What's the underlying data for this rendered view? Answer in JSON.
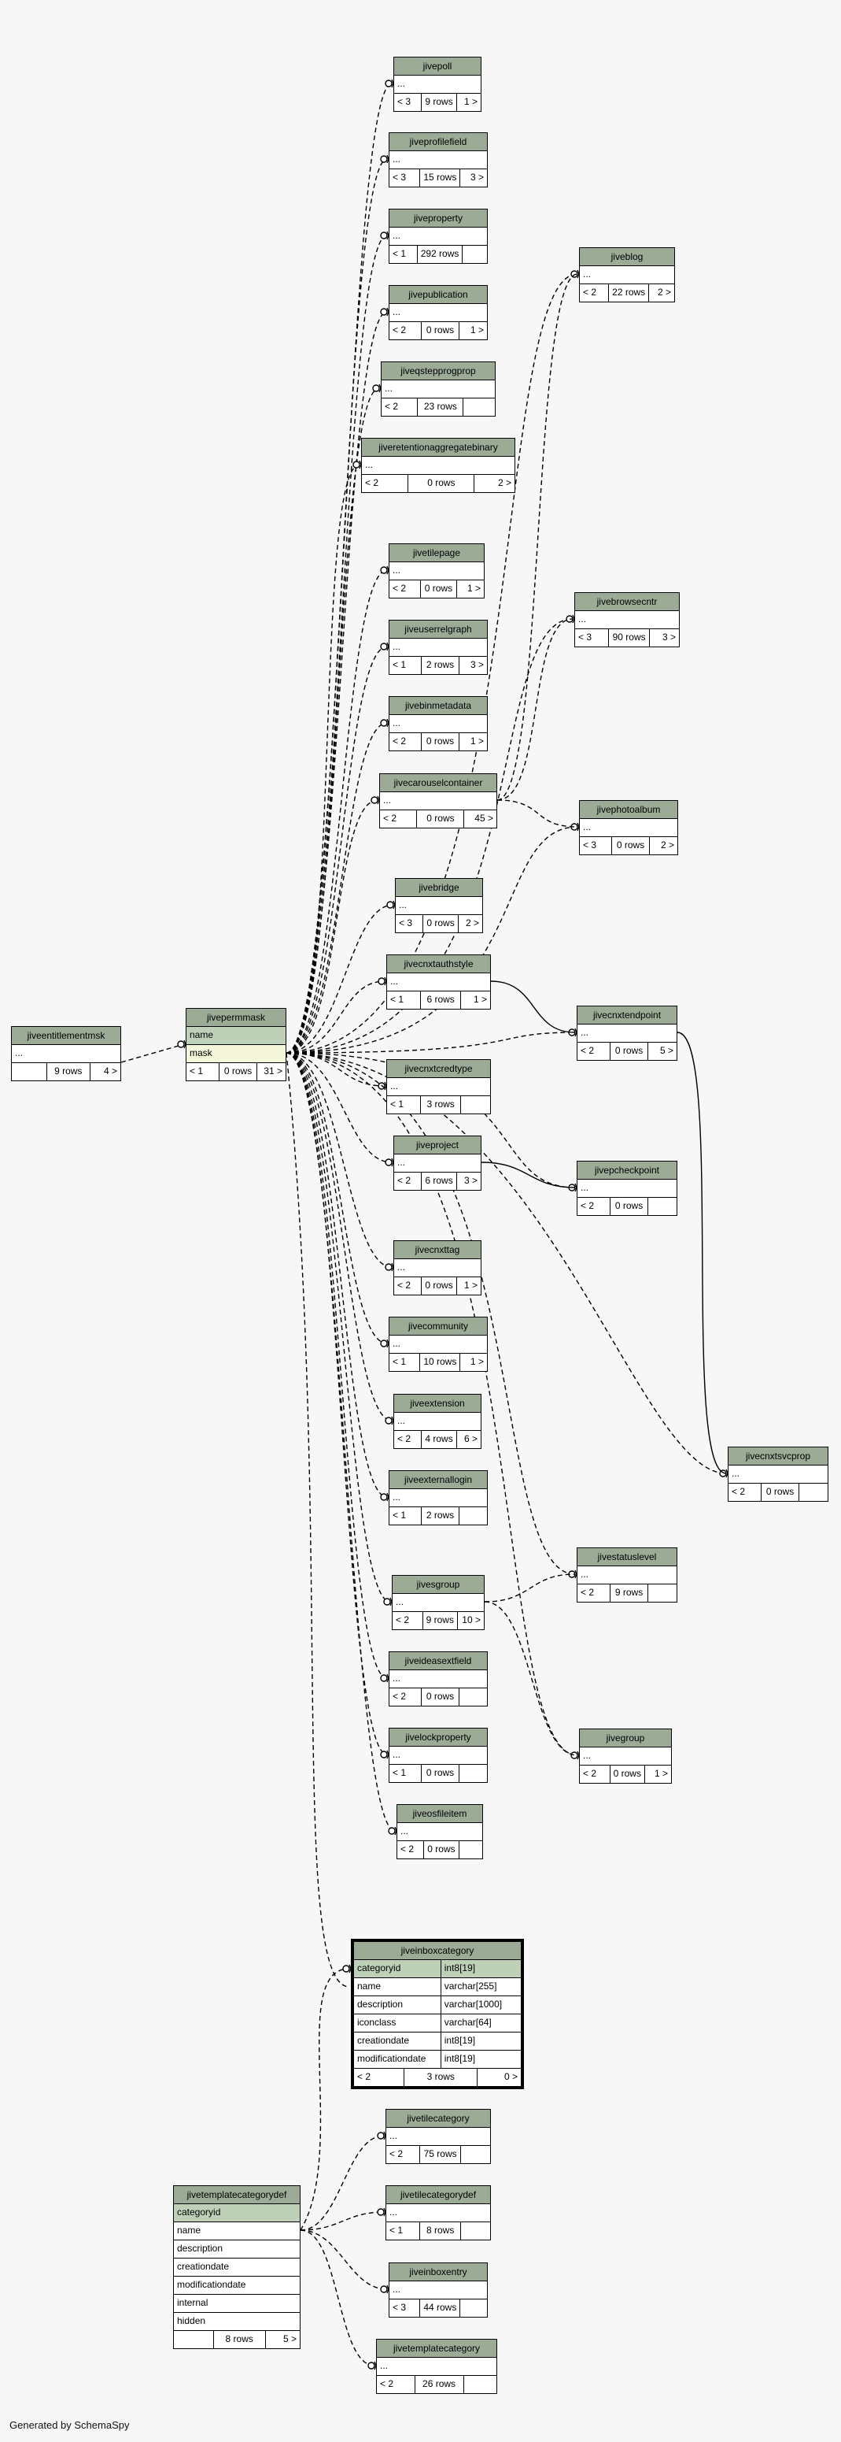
{
  "footer": "Generated by SchemaSpy",
  "colors": {
    "header": "#9bab96",
    "pk": "#bed1b8",
    "index": "#f4f7da",
    "background": "#f7f7f7"
  },
  "tables": [
    {
      "id": "jivepoll",
      "name": "jivepoll",
      "rows": [
        "..."
      ],
      "footer": [
        "< 3",
        "9 rows",
        "1 >"
      ]
    },
    {
      "id": "jiveprofilefield",
      "name": "jiveprofilefield",
      "rows": [
        "..."
      ],
      "footer": [
        "< 3",
        "15 rows",
        "3 >"
      ]
    },
    {
      "id": "jiveproperty",
      "name": "jiveproperty",
      "rows": [
        "..."
      ],
      "footer": [
        "< 1",
        "292 rows",
        ""
      ]
    },
    {
      "id": "jivepublication",
      "name": "jivepublication",
      "rows": [
        "..."
      ],
      "footer": [
        "< 2",
        "0 rows",
        "1 >"
      ]
    },
    {
      "id": "jiveqstepprogprop",
      "name": "jiveqstepprogprop",
      "rows": [
        "..."
      ],
      "footer": [
        "< 2",
        "23 rows",
        ""
      ]
    },
    {
      "id": "jiveretentionaggregatebinary",
      "name": "jiveretentionaggregatebinary",
      "rows": [
        "..."
      ],
      "footer": [
        "< 2",
        "0 rows",
        "2 >"
      ]
    },
    {
      "id": "jivetilepage",
      "name": "jivetilepage",
      "rows": [
        "..."
      ],
      "footer": [
        "< 2",
        "0 rows",
        "1 >"
      ]
    },
    {
      "id": "jiveuserrelgraph",
      "name": "jiveuserrelgraph",
      "rows": [
        "..."
      ],
      "footer": [
        "< 1",
        "2 rows",
        "3 >"
      ]
    },
    {
      "id": "jivebinmetadata",
      "name": "jivebinmetadata",
      "rows": [
        "..."
      ],
      "footer": [
        "< 2",
        "0 rows",
        "1 >"
      ]
    },
    {
      "id": "jivecarouselcontainer",
      "name": "jivecarouselcontainer",
      "rows": [
        "..."
      ],
      "footer": [
        "< 2",
        "0 rows",
        "45 >"
      ]
    },
    {
      "id": "jivebridge",
      "name": "jivebridge",
      "rows": [
        "..."
      ],
      "footer": [
        "< 3",
        "0 rows",
        "2 >"
      ]
    },
    {
      "id": "jivecnxtauthstyle",
      "name": "jivecnxtauthstyle",
      "rows": [
        "..."
      ],
      "footer": [
        "< 1",
        "6 rows",
        "1 >"
      ]
    },
    {
      "id": "jivecnxtcredtype",
      "name": "jivecnxtcredtype",
      "rows": [
        "..."
      ],
      "footer": [
        "< 1",
        "3 rows",
        ""
      ]
    },
    {
      "id": "jiveproject",
      "name": "jiveproject",
      "rows": [
        "..."
      ],
      "footer": [
        "< 2",
        "6 rows",
        "3 >"
      ]
    },
    {
      "id": "jivecnxttag",
      "name": "jivecnxttag",
      "rows": [
        "..."
      ],
      "footer": [
        "< 2",
        "0 rows",
        "1 >"
      ]
    },
    {
      "id": "jivecommunity",
      "name": "jivecommunity",
      "rows": [
        "..."
      ],
      "footer": [
        "< 1",
        "10 rows",
        "1 >"
      ]
    },
    {
      "id": "jiveextension",
      "name": "jiveextension",
      "rows": [
        "..."
      ],
      "footer": [
        "< 2",
        "4 rows",
        "6 >"
      ]
    },
    {
      "id": "jiveexternallogin",
      "name": "jiveexternallogin",
      "rows": [
        "..."
      ],
      "footer": [
        "< 1",
        "2 rows",
        ""
      ]
    },
    {
      "id": "jivesgroup",
      "name": "jivesgroup",
      "rows": [
        "..."
      ],
      "footer": [
        "< 2",
        "9 rows",
        "10 >"
      ]
    },
    {
      "id": "jiveideasextfield",
      "name": "jiveideasextfield",
      "rows": [
        "..."
      ],
      "footer": [
        "< 2",
        "0 rows",
        ""
      ]
    },
    {
      "id": "jivelockproperty",
      "name": "jivelockproperty",
      "rows": [
        "..."
      ],
      "footer": [
        "< 1",
        "0 rows",
        ""
      ]
    },
    {
      "id": "jiveosfileitem",
      "name": "jiveosfileitem",
      "rows": [
        "..."
      ],
      "footer": [
        "< 2",
        "0 rows",
        ""
      ]
    },
    {
      "id": "jiveblog",
      "name": "jiveblog",
      "rows": [
        "..."
      ],
      "footer": [
        "< 2",
        "22 rows",
        "2 >"
      ]
    },
    {
      "id": "jivebrowsecntr",
      "name": "jivebrowsecntr",
      "rows": [
        "..."
      ],
      "footer": [
        "< 3",
        "90 rows",
        "3 >"
      ]
    },
    {
      "id": "jivephotoalbum",
      "name": "jivephotoalbum",
      "rows": [
        "..."
      ],
      "footer": [
        "< 3",
        "0 rows",
        "2 >"
      ]
    },
    {
      "id": "jivecnxtendpoint",
      "name": "jivecnxtendpoint",
      "rows": [
        "..."
      ],
      "footer": [
        "< 2",
        "0 rows",
        "5 >"
      ]
    },
    {
      "id": "jivepcheckpoint",
      "name": "jivepcheckpoint",
      "rows": [
        "..."
      ],
      "footer": [
        "< 2",
        "0 rows",
        ""
      ]
    },
    {
      "id": "jivestatuslevel",
      "name": "jivestatuslevel",
      "rows": [
        "..."
      ],
      "footer": [
        "< 2",
        "9 rows",
        ""
      ]
    },
    {
      "id": "jivegroup",
      "name": "jivegroup",
      "rows": [
        "..."
      ],
      "footer": [
        "< 2",
        "0 rows",
        "1 >"
      ]
    },
    {
      "id": "jivecnxtsvcprop",
      "name": "jivecnxtsvcprop",
      "rows": [
        "..."
      ],
      "footer": [
        "< 2",
        "0 rows",
        ""
      ]
    },
    {
      "id": "jiveentitlementmsk",
      "name": "jiveentitlementmsk",
      "rows": [
        "..."
      ],
      "footer": [
        "",
        "9 rows",
        "4 >"
      ]
    },
    {
      "id": "jivepermmask",
      "name": "jivepermmask",
      "rows": [
        {
          "text": "name",
          "style": "pk"
        },
        {
          "text": "mask",
          "style": "idx"
        }
      ],
      "footer": [
        "< 1",
        "0 rows",
        "31 >"
      ]
    },
    {
      "id": "jivetilecategory",
      "name": "jivetilecategory",
      "rows": [
        "..."
      ],
      "footer": [
        "< 2",
        "75 rows",
        ""
      ]
    },
    {
      "id": "jivetilecategorydef",
      "name": "jivetilecategorydef",
      "rows": [
        "..."
      ],
      "footer": [
        "< 1",
        "8 rows",
        ""
      ]
    },
    {
      "id": "jiveinboxentry",
      "name": "jiveinboxentry",
      "rows": [
        "..."
      ],
      "footer": [
        "< 3",
        "44 rows",
        ""
      ]
    },
    {
      "id": "jivetemplatecategory",
      "name": "jivetemplatecategory",
      "rows": [
        "..."
      ],
      "footer": [
        "< 2",
        "26 rows",
        ""
      ]
    },
    {
      "id": "jivetemplatecategorydef",
      "name": "jivetemplatecategorydef",
      "rows": [
        {
          "text": "categoryid",
          "style": "pk"
        },
        "name",
        "description",
        "creationdate",
        "modificationdate",
        "internal",
        "hidden"
      ],
      "footer": [
        "",
        "8 rows",
        "5 >"
      ]
    }
  ],
  "focus_table": {
    "name": "jiveinboxcategory",
    "columns": [
      {
        "name": "categoryid",
        "type": "int8[19]",
        "style": "pk"
      },
      {
        "name": "name",
        "type": "varchar[255]"
      },
      {
        "name": "description",
        "type": "varchar[1000]"
      },
      {
        "name": "iconclass",
        "type": "varchar[64]"
      },
      {
        "name": "creationdate",
        "type": "int8[19]"
      },
      {
        "name": "modificationdate",
        "type": "int8[19]"
      }
    ],
    "footer": [
      "< 2",
      "3 rows",
      "0 >"
    ]
  }
}
